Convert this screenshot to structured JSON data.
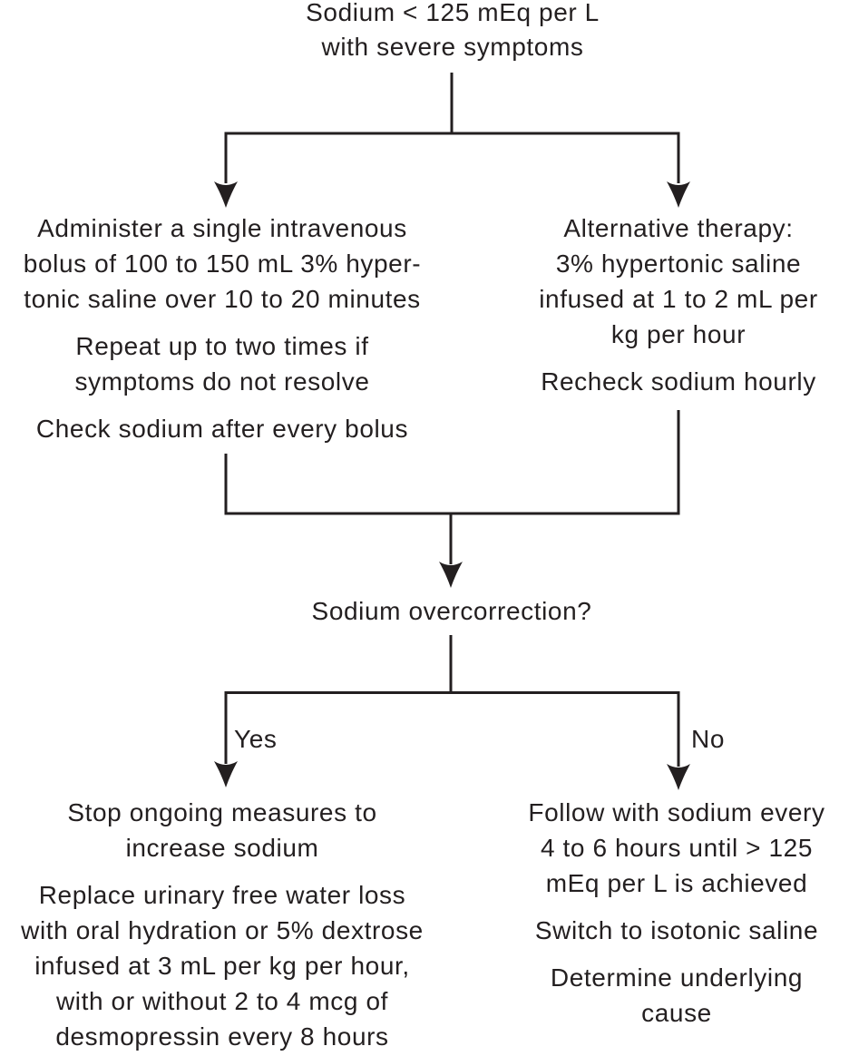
{
  "colors": {
    "text": "#231f20",
    "line": "#231f20",
    "background": "#ffffff"
  },
  "nodes": {
    "start": {
      "text": "Sodium < 125 mEq per L\nwith severe symptoms"
    },
    "bolus": {
      "paragraphs": [
        "Administer a single intravenous\nbolus of 100 to 150 mL 3% hyper-\ntonic saline over 10 to 20 minutes",
        "Repeat up to two times if\nsymptoms do not resolve",
        "Check sodium after every bolus"
      ]
    },
    "infusion": {
      "paragraphs": [
        "Alternative therapy:\n3% hypertonic saline\ninfused at 1 to 2 mL per\nkg per hour",
        "Recheck sodium hourly"
      ]
    },
    "decision": {
      "text": "Sodium overcorrection?"
    },
    "overcorrected": {
      "paragraphs": [
        "Stop ongoing measures to\nincrease sodium",
        "Replace urinary free water loss\nwith oral hydration or 5% dextrose\ninfused at 3 mL per kg per hour,\nwith or without 2 to 4 mcg of\ndesmopressin every 8 hours"
      ]
    },
    "not_overcorrected": {
      "paragraphs": [
        "Follow with sodium every\n4 to 6 hours until > 125\nmEq per L is achieved",
        "Switch to isotonic saline",
        "Determine underlying\ncause"
      ]
    }
  },
  "branch_labels": {
    "yes": "Yes",
    "no": "No"
  }
}
